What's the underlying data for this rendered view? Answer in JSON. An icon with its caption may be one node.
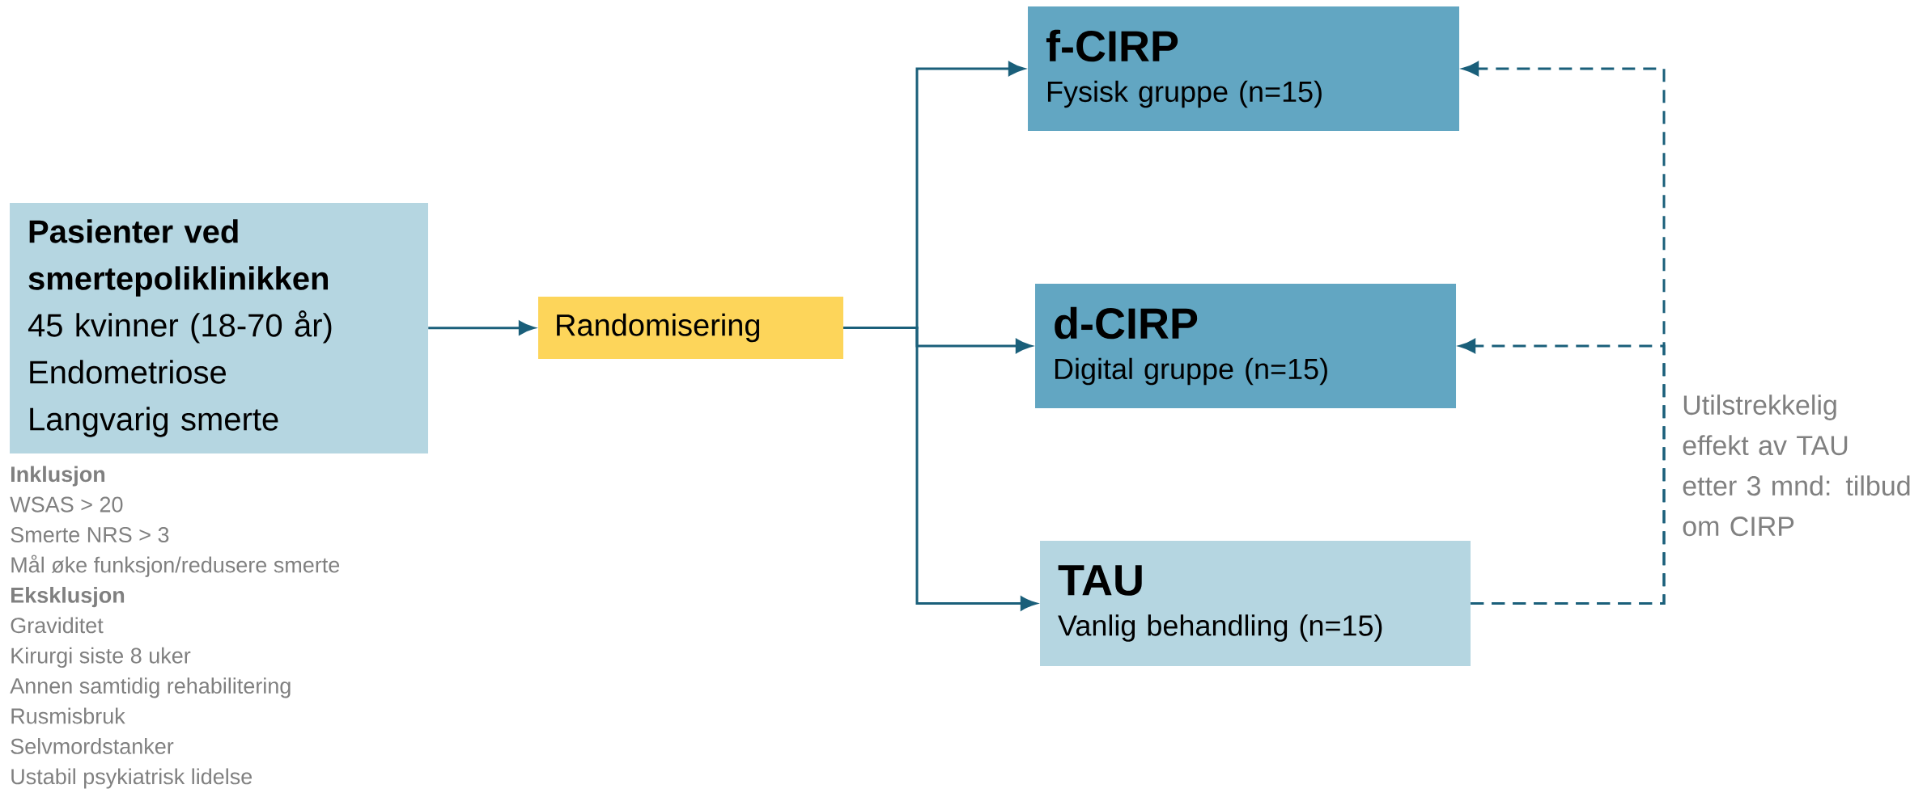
{
  "diagram": {
    "nodes": [
      {
        "text": [
          "Pasienter ved smertepoliklinikken",
          "45 kvinner (18-70 år)",
          "Endometriose",
          "Langvarig smerte"
        ],
        "beside": [
          "Inklusjon",
          "WSAS > 20",
          "Smerte NRS > 3",
          "Mål øke funksjon/redusere smerte",
          "Eksklusjon",
          "Graviditet",
          "Kirurgi siste 8 uker",
          "Annen samtidig rehabilitering",
          "Rusmisbruk",
          "Selvmordstanker",
          "Ustabil psykiatrisk lidelse"
        ]
      },
      {
        "text": [
          "Randomisering"
        ]
      },
      {
        "text": [
          "f-CIRP",
          "Fysisk gruppe (n=15)"
        ]
      },
      {
        "text": [
          "d-CIRP",
          "Digital gruppe (n=15)"
        ]
      },
      {
        "text": [
          "TAU",
          "Vanlig behandling (n=15)"
        ]
      }
    ],
    "edges": [
      {
        "from": 0,
        "to": 1,
        "arrow": "to"
      },
      {
        "from": 1,
        "to": 2,
        "arrow": "to"
      },
      {
        "from": 1,
        "to": 3,
        "arrow": "to"
      },
      {
        "from": 1,
        "to": 4,
        "arrow": "to"
      },
      {
        "from": 4,
        "to": 2,
        "arrow": "to",
        "style": "dashed"
      },
      {
        "from": 4,
        "to": 3,
        "arrow": "to",
        "style": "dashed"
      }
    ],
    "labels": [
      "Utilstrekkelig effekt av TAU etter 3 mnd: tilbud om CIRP"
    ]
  }
}
